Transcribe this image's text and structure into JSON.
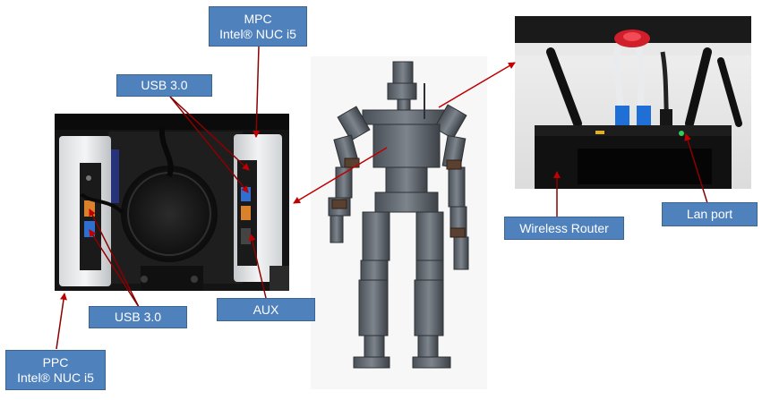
{
  "labels": {
    "mpc": {
      "line1": "MPC",
      "line2": "Intel® NUC i5"
    },
    "usb_top": "USB 3.0",
    "usb_bottom": "USB 3.0",
    "aux": "AUX",
    "ppc": {
      "line1": "PPC",
      "line2": "Intel® NUC i5"
    },
    "wireless_router": "Wireless Router",
    "lan_port": "Lan port"
  },
  "colors": {
    "label_fill": "#4f81bd",
    "arrow": "#c00000",
    "connector": "#8b0000"
  }
}
